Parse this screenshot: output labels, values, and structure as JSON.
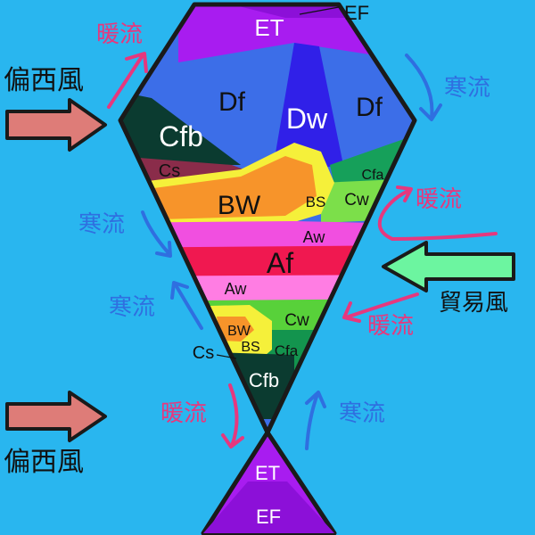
{
  "colors": {
    "background": "#29b6ef",
    "outline": "#1a1a1a",
    "warm_current": "#e6387e",
    "cold_current": "#2f6fe0",
    "westerlies_arrow": "#de7c78",
    "trade_wind_arrow": "#6cf5a0"
  },
  "labels": {
    "ET_north": "ET",
    "EF_north": "EF",
    "Df_west": "Df",
    "Dw": "Dw",
    "Df_east": "Df",
    "Cfb_north": "Cfb",
    "Cs_north": "Cs",
    "Cfa_north": "Cfa",
    "BW_north": "BW",
    "BS_north": "BS",
    "Cw_north": "Cw",
    "Aw_north": "Aw",
    "Af": "Af",
    "Aw_south": "Aw",
    "Cw_south": "Cw",
    "BW_south": "BW",
    "BS_south": "BS",
    "Cfa_south": "Cfa",
    "Cs_south": "Cs",
    "Cfb_south": "Cfb",
    "ET_south": "ET",
    "EF_south": "EF"
  },
  "annotations": {
    "warm_current_nw": "暖流",
    "westerlies_north": "偏西風",
    "cold_current_ne": "寒流",
    "warm_current_east": "暖流",
    "cold_current_west": "寒流",
    "trade_winds": "貿易風",
    "cold_current_sw": "寒流",
    "warm_current_se": "暖流",
    "warm_current_south": "暖流",
    "cold_current_south": "寒流",
    "westerlies_south": "偏西風"
  }
}
